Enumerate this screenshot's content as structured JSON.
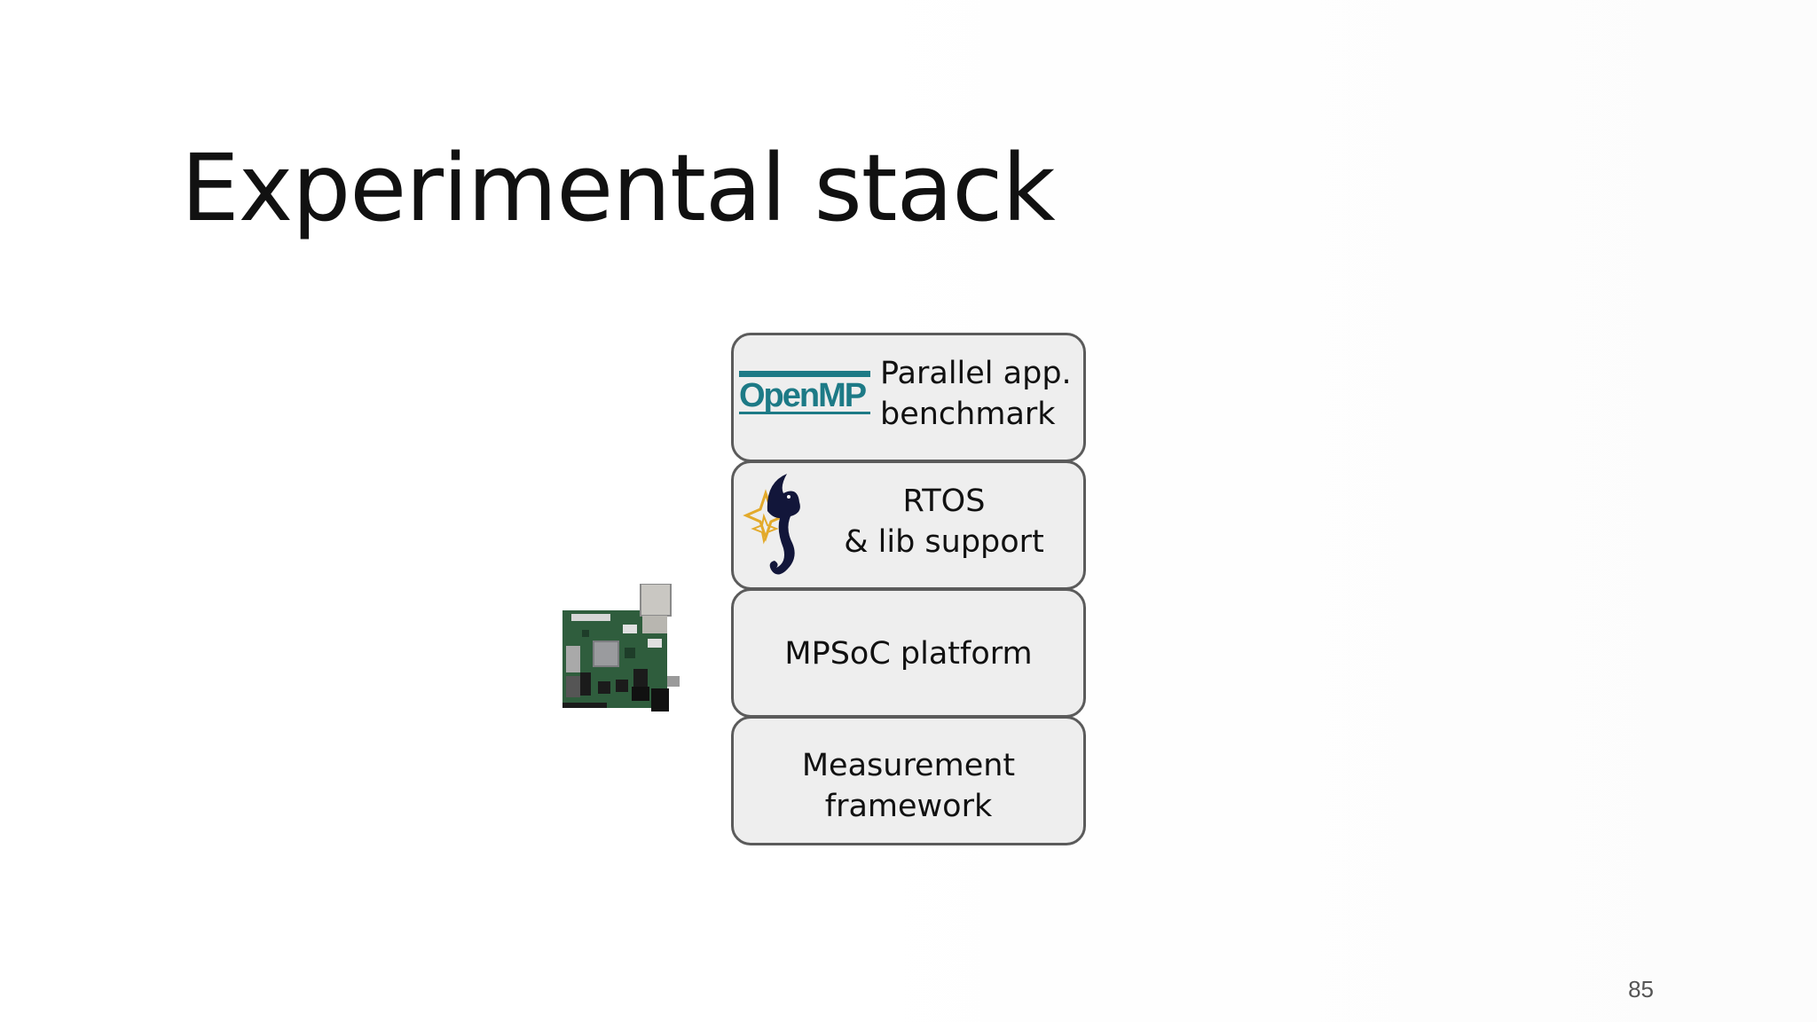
{
  "slide": {
    "title": "Experimental stack",
    "page_number": "85"
  },
  "stack": {
    "layers": [
      {
        "lines": [
          "Parallel app.",
          "benchmark"
        ],
        "icon": "openmp-logo",
        "logo_text": "OpenMP"
      },
      {
        "lines": [
          "RTOS",
          "& lib support"
        ],
        "icon": "seahorse-logo"
      },
      {
        "lines": [
          "MPSoC platform"
        ]
      },
      {
        "lines": [
          "Measurement",
          "framework"
        ]
      }
    ]
  },
  "board_image": {
    "icon": "circuit-board-image"
  },
  "colors": {
    "layer_fill": "#eeeeee",
    "layer_border": "#5b5b5b",
    "openmp_teal": "#1d7a86",
    "seahorse_navy": "#12163a",
    "seahorse_gold": "#e3aa2b",
    "board_green": "#2f5d3d"
  }
}
